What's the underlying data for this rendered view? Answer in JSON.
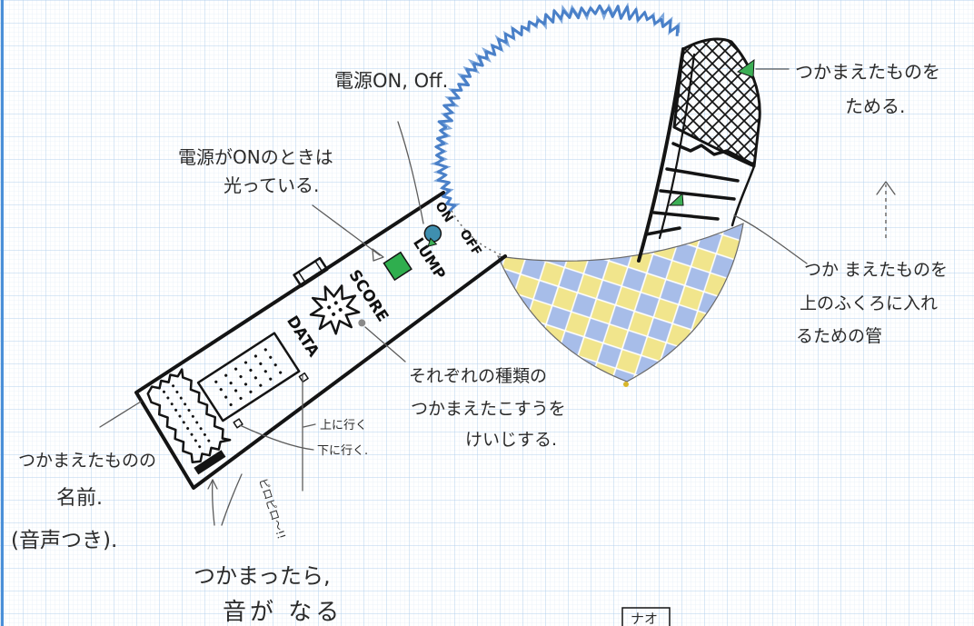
{
  "labels": {
    "power_switch": "電源ON, Off.",
    "storage": [
      "つかまえたものを",
      "ためる."
    ],
    "lamp": [
      "電源がONのときは",
      "光っている."
    ],
    "tube": [
      "つか まえたものを",
      "上のふくろに入れ",
      "るための管"
    ],
    "score": [
      "それぞれの種類の",
      "つかまえたこすうを",
      "けいじする."
    ],
    "scroll": [
      "上に行く",
      "下に行く."
    ],
    "name_display": [
      "つかまえたものの",
      "名前.",
      "(音声つき)."
    ],
    "sound": [
      "つかまったら,",
      "音が なる"
    ],
    "sound_effect": "ピロピロ〜!!",
    "signature": "ナオ"
  },
  "device": {
    "on_label": "ON",
    "off_label": "OFF",
    "lamp_label": "LUMP",
    "score_label": "SCORE",
    "data_label": "DATA"
  },
  "colors": {
    "grid_major": "#b4d1ee",
    "grid_minor": "#dde9f6",
    "margin_line": "#4a8fd8",
    "net_rim": "#4a80c8",
    "net_rim_light": "#7fa8dc",
    "lamp_green": "#2fae4e",
    "switch_teal": "#3f8fb0",
    "marker_green": "#3cae55",
    "cone_yellow": "#f1e58c",
    "cone_blue": "#a7bde9"
  }
}
